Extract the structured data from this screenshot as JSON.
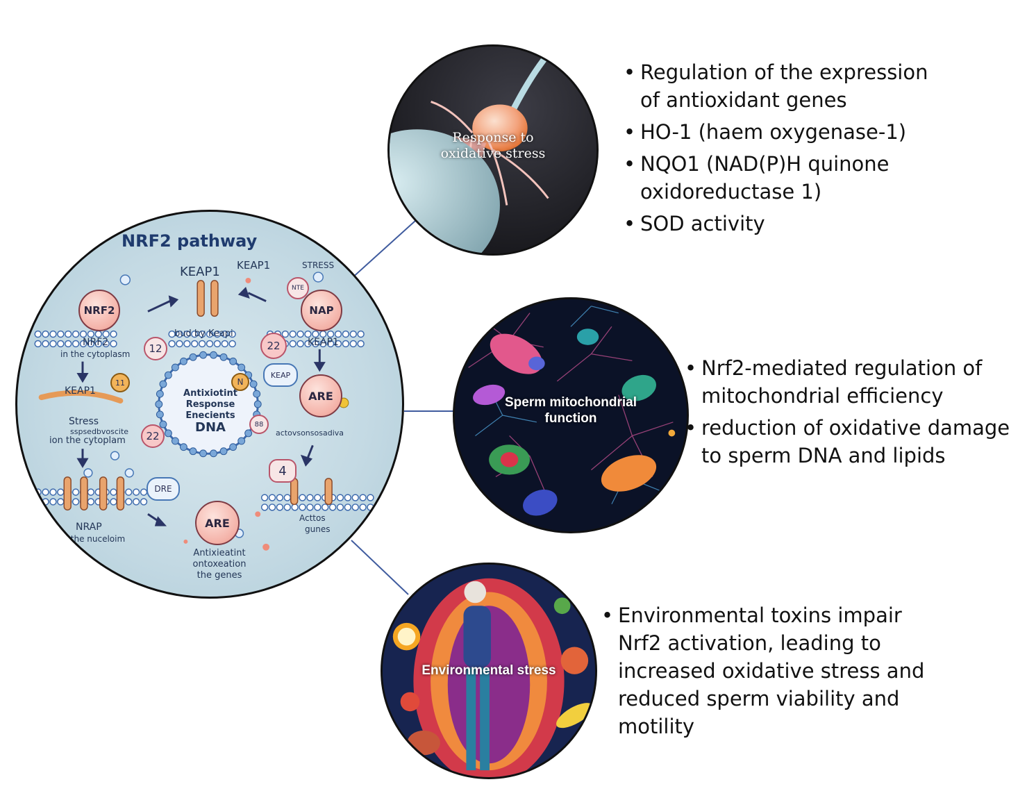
{
  "colors": {
    "connector": "#3f5b9e",
    "outline": "#111111"
  },
  "pathway": {
    "title": "NRF2 pathway",
    "labels": {
      "keap1_top": "KEAP1",
      "keap1_top2": "KEAP1",
      "stress_top": "STRESS",
      "bound_keap": "bud by Keapi",
      "nrf2_node": "NRF2",
      "nrf2_cyto": "NRF2",
      "in_cyto": "in the cytoplasm",
      "keap1_left": "KEAP1",
      "stress_left": "Stress",
      "stress_sub": "sspsedbvoscite",
      "ion_cyto": "ion the cytoplam",
      "nap_node": "NAP",
      "nte_tag": "NTE",
      "keap1_right": "KEAP1",
      "keap_tag": "KEAP",
      "are_right": "ARE",
      "activ_text": "actovsonsosadiva",
      "center_l1": "Antixiotint",
      "center_l2": "Response",
      "center_l3": "Enecients",
      "center_l4": "DNA",
      "n_badge": "N",
      "dre_tag": "DRE",
      "nrap": "NRAP",
      "in_nucleus": "in the nuceloim",
      "are_bottom": "ARE",
      "anti_l1": "Antixieatint",
      "anti_l2": "ontoxeation",
      "anti_l3": "the genes",
      "acttos": "Acttos",
      "gunes": "gunes",
      "badge_12": "12",
      "badge_22a": "22",
      "badge_22b": "22",
      "badge_11": "11",
      "badge_4": "4",
      "badge_88": "88"
    }
  },
  "panels": [
    {
      "label": "Response to oxidative stress",
      "bullets": [
        "Regulation of the expression of antioxidant genes",
        "HO-1 (haem oxygenase-1)",
        "NQO1 (NAD(P)H quinone oxidoreductase 1)",
        "SOD activity"
      ]
    },
    {
      "label": "Sperm mitochondrial function",
      "bullets": [
        "Nrf2-mediated regulation of mitochondrial efficiency",
        "reduction of oxidative damage to sperm DNA and lipids"
      ]
    },
    {
      "label": "Environmental stress",
      "bullets": [
        "Environmental toxins impair Nrf2 activation, leading to increased oxidative stress and reduced sperm viability and motility"
      ]
    }
  ]
}
